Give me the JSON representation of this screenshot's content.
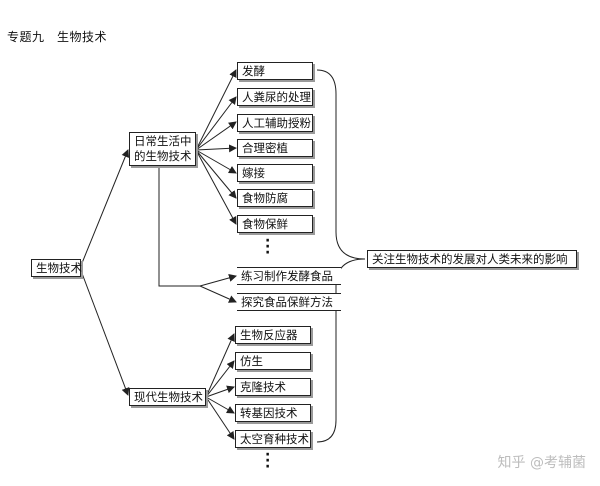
{
  "title": "专题九　生物技术",
  "root": "生物技术",
  "branch_daily": [
    "日常生活中",
    "的生物技术"
  ],
  "branch_modern": "现代生物技术",
  "daily_items": [
    "发酵",
    "人粪尿的处理",
    "人工辅助授粉",
    "合理密植",
    "嫁接",
    "食物防腐",
    "食物保鲜"
  ],
  "experiments": [
    "练习制作发酵食品",
    "探究食品保鲜方法"
  ],
  "modern_items": [
    "生物反应器",
    "仿生",
    "克隆技术",
    "转基因技术",
    "太空育种技术"
  ],
  "conclusion": "关注生物技术的发展对人类未来的影响",
  "watermark": "知乎 @考辅菌"
}
